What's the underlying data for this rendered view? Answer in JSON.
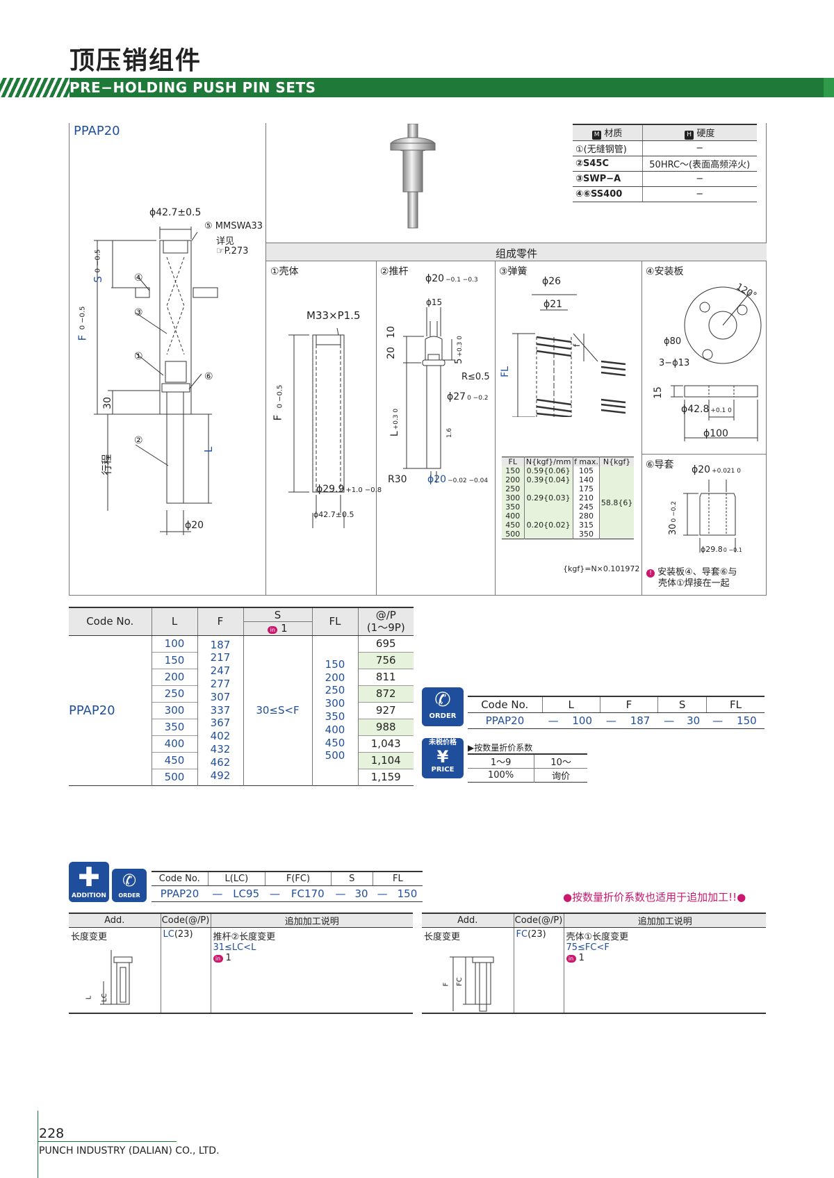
{
  "header": {
    "title_cn": "顶压销组件",
    "title_en": "PRE−HOLDING PUSH PIN SETS"
  },
  "product": {
    "code": "PPAP20"
  },
  "materials": {
    "col_material": "材质",
    "col_hardness": "硬度",
    "rows": [
      {
        "part": "①(无缝钢管)",
        "hardness": "−"
      },
      {
        "part": "②S45C",
        "hardness": "50HRC～(表面高频淬火)"
      },
      {
        "part": "③SWP−A",
        "hardness": "−"
      },
      {
        "part": "④⑥SS400",
        "hardness": "−"
      }
    ]
  },
  "assembly_drawing": {
    "dia_top": "ϕ42.7±0.5",
    "note5": "⑤ MMSWA33",
    "note5b": "详见",
    "note5c": "P.273",
    "s_label": "S",
    "s_tol": "0 −0.5",
    "f_label": "F",
    "f_tol": "0 −0.5",
    "dim30": "30",
    "stroke": "行程",
    "l_label": "L",
    "dia_bottom": "ϕ20",
    "callouts": [
      "④",
      "③",
      "①",
      "⑥",
      "②"
    ]
  },
  "components": {
    "title": "组成零件",
    "shell": {
      "label": "①壳体",
      "thread": "M33×P1.5",
      "f": "F",
      "f_tol": "0 −0.5",
      "d1": "ϕ29.9",
      "d1_tol": "+1.0 −0.8",
      "d2": "ϕ42.7±0.5"
    },
    "pin": {
      "label": "②推杆",
      "d_top": "ϕ20",
      "d_top_tol": "−0.1 −0.3",
      "d15": "ϕ15",
      "dim10": "10",
      "dim20": "20",
      "dim5": "5",
      "dim5_tol": "+0.3 0",
      "r05": "R≤0.5",
      "d27": "ϕ27",
      "d27_tol": "0 −0.2",
      "l": "L",
      "l_tol": "+0.3 0",
      "r30": "R30",
      "d20b": "ϕ20",
      "d20b_tol": "−0.02 −0.04",
      "rough": "1.6"
    },
    "spring": {
      "label": "③弹簧",
      "d26": "ϕ26",
      "d21": "ϕ21",
      "fl": "FL",
      "f": "f"
    },
    "plate": {
      "label": "④安装板",
      "angle": "120°",
      "d80": "ϕ80",
      "holes": "3−ϕ13",
      "t15": "15",
      "d42": "ϕ42.8",
      "d42_tol": "+0.1 0",
      "d100": "ϕ100"
    },
    "guide": {
      "label": "⑥导套",
      "d20": "ϕ20",
      "d20_tol": "+0.021 0",
      "h30": "30",
      "h30_tol": "0 −0.2",
      "d298": "ϕ29.8",
      "d298_tol": "0 −0.1",
      "weld_note_1": "安装板④、导套⑥与",
      "weld_note_2": "壳体①焊接在一起"
    }
  },
  "spring_table": {
    "headers": [
      "FL",
      "N{kgf}/mm",
      "f max.",
      "N{kgf}"
    ],
    "fl": [
      "150",
      "200",
      "250",
      "300",
      "350",
      "400",
      "450",
      "500"
    ],
    "rate": [
      "0.59{0.06}",
      "0.39{0.04}",
      "",
      "0.29{0.03}",
      "",
      "",
      "0.20{0.02}",
      ""
    ],
    "fmax": [
      "105",
      "140",
      "175",
      "210",
      "245",
      "280",
      "315",
      "350"
    ],
    "load": "58.8{6}",
    "note": "{kgf}=N×0.101972"
  },
  "spec_table": {
    "headers": {
      "code": "Code No.",
      "l": "L",
      "f": "F",
      "s": "S",
      "s_sub": "1",
      "fl": "FL",
      "price": "@/P",
      "price_sub": "(1～9P)"
    },
    "code": "PPAP20",
    "l": [
      "100",
      "150",
      "200",
      "250",
      "300",
      "350",
      "400",
      "450",
      "500"
    ],
    "f": [
      "187",
      "217",
      "247",
      "277",
      "307",
      "337",
      "367",
      "402",
      "432",
      "462",
      "492"
    ],
    "s": "30≤S<F",
    "fl": [
      "150",
      "200",
      "250",
      "300",
      "350",
      "400",
      "450",
      "500"
    ],
    "price": [
      "695",
      "756",
      "811",
      "872",
      "927",
      "988",
      "1,043",
      "1,104",
      "1,159"
    ]
  },
  "order_example": {
    "badge": "ORDER",
    "headers": [
      "Code No.",
      "L",
      "F",
      "S",
      "FL"
    ],
    "values": [
      "PPAP20",
      "—",
      "100",
      "—",
      "187",
      "—",
      "30",
      "—",
      "150"
    ]
  },
  "price_box": {
    "badge_top": "未税价格",
    "badge_symbol": "¥",
    "badge_bottom": "PRICE",
    "title": "▶按数量折价系数",
    "qty": [
      "1～9",
      "10～"
    ],
    "rate": [
      "100%",
      "询价"
    ]
  },
  "addition_example": {
    "badge1": "ADDITION",
    "badge2": "ORDER",
    "headers": [
      "Code No.",
      "L(LC)",
      "F(FC)",
      "S",
      "FL"
    ],
    "values": [
      "PPAP20",
      "—",
      "LC95",
      "—",
      "FC170",
      "—",
      "30",
      "—",
      "150"
    ],
    "note": "●按数量折价系数也适用于追加加工!!●"
  },
  "additions": {
    "headers": [
      "Add.",
      "Code(@/P)",
      "追加加工说明"
    ],
    "left": {
      "name": "长度变更",
      "code": "LC",
      "price": "(23)",
      "desc1": "推杆②长度变更",
      "desc2": "31≤LC<L",
      "desc3": "1",
      "dim1": "L",
      "dim2": "LC"
    },
    "right": {
      "name": "长度变更",
      "code": "FC",
      "price": "(23)",
      "desc1": "壳体①长度变更",
      "desc2": "75≤FC<F",
      "desc3": "1",
      "dim1": "F",
      "dim2": "FC"
    }
  },
  "footer": {
    "page": "228",
    "company": "PUNCH INDUSTRY (DALIAN) CO., LTD."
  },
  "colors": {
    "brand_green": "#1f7a3a",
    "code_blue": "#1f4e9c",
    "price_shade": "#e6f2dc"
  }
}
